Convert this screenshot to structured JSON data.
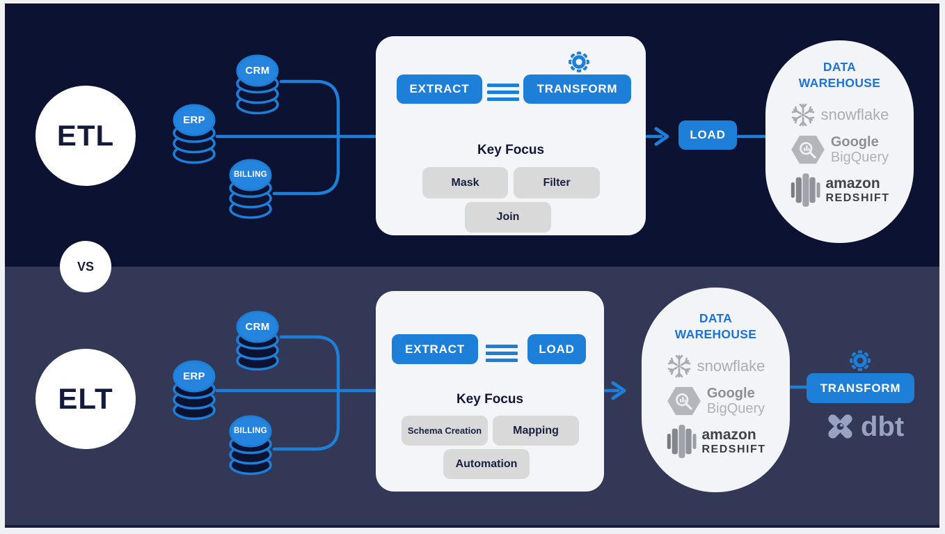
{
  "colors": {
    "navy_background": "#0b1232",
    "slate_background": "#323855",
    "accent_blue": "#1e7fd9",
    "card_background": "#f4f5f9",
    "chip_background": "#d9d9d9",
    "dark_text": "#141a3c",
    "warehouse_title_blue": "#1b74d6",
    "logo_gray": "#a7abb1",
    "dbt_color": "#99a2c3"
  },
  "vs_label": "VS",
  "etl": {
    "label": "ETL",
    "sources": [
      {
        "label": "CRM"
      },
      {
        "label": "ERP"
      },
      {
        "label": "BILLING"
      }
    ],
    "card": {
      "extract": "EXTRACT",
      "transform": "TRANSFORM",
      "key_focus": "Key Focus",
      "chips": [
        "Mask",
        "Filter",
        "Join"
      ]
    },
    "load": "LOAD",
    "warehouse": {
      "title": "DATA WAREHOUSE",
      "snowflake": "snowflake",
      "google": "Google",
      "bigquery": "BigQuery",
      "amazon": "amazon",
      "redshift": "REDSHIFT"
    }
  },
  "elt": {
    "label": "ELT",
    "sources": [
      {
        "label": "CRM"
      },
      {
        "label": "ERP"
      },
      {
        "label": "BILLING"
      }
    ],
    "card": {
      "extract": "EXTRACT",
      "load": "LOAD",
      "key_focus": "Key Focus",
      "chips": [
        "Schema Creation",
        "Mapping",
        "Automation"
      ]
    },
    "warehouse": {
      "title": "DATA WAREHOUSE",
      "snowflake": "snowflake",
      "google": "Google",
      "bigquery": "BigQuery",
      "amazon": "amazon",
      "redshift": "REDSHIFT"
    },
    "transform": "TRANSFORM",
    "dbt": "dbt"
  }
}
